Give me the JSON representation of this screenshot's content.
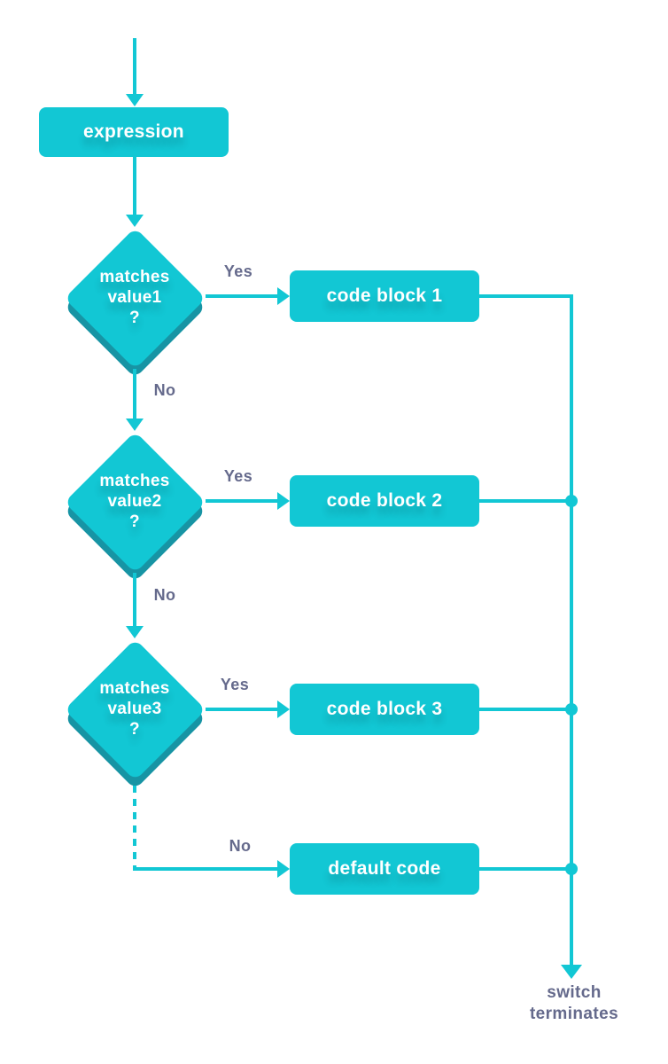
{
  "colors": {
    "accent": "#12C7D4",
    "accent_dark": "#1794A4",
    "edge_label": "#656A8C",
    "node_text": "#FFFFFF",
    "background": "#FFFFFF"
  },
  "flowchart": {
    "start": {
      "label": "expression"
    },
    "decisions": [
      {
        "lines": [
          "matches",
          "value1",
          "?"
        ],
        "yes_label": "Yes",
        "no_label": "No",
        "yes_target": {
          "label": "code block 1"
        }
      },
      {
        "lines": [
          "matches",
          "value2",
          "?"
        ],
        "yes_label": "Yes",
        "no_label": "No",
        "yes_target": {
          "label": "code block 2"
        }
      },
      {
        "lines": [
          "matches",
          "value3",
          "?"
        ],
        "yes_label": "Yes",
        "no_label": "No",
        "yes_target": {
          "label": "code block 3"
        }
      }
    ],
    "default": {
      "label": "default code"
    },
    "terminal": {
      "lines": [
        "switch",
        "terminates"
      ]
    }
  }
}
